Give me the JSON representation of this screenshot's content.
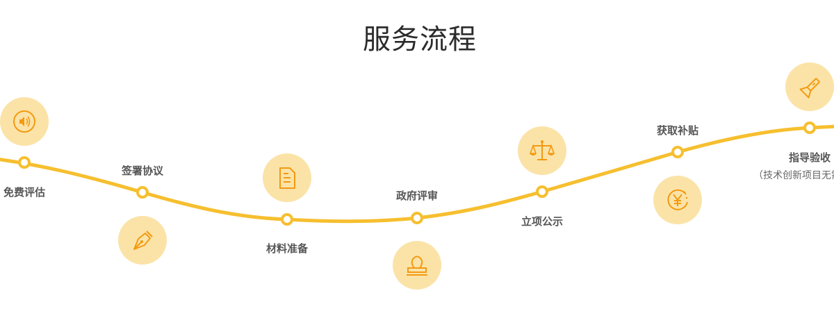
{
  "page": {
    "title": "服务流程"
  },
  "colors": {
    "line": "#f6bf2f",
    "node_border": "#f6bf2f",
    "node_fill": "#ffffff",
    "icon_bg": "#fbe3a8",
    "icon": "#f39a10"
  },
  "steps": [
    {
      "label": "免费评估",
      "icon": "speaker-icon"
    },
    {
      "label": "签署协议",
      "icon": "pen-nib-icon"
    },
    {
      "label": "材料准备",
      "icon": "document-icon"
    },
    {
      "label": "政府评审",
      "icon": "stamp-icon"
    },
    {
      "label": "立项公示",
      "icon": "scales-icon"
    },
    {
      "label": "获取补贴",
      "icon": "yen-coin-icon"
    },
    {
      "label": "指导验收",
      "icon": "flashlight-icon",
      "note": "（技术创新项目无需"
    }
  ]
}
